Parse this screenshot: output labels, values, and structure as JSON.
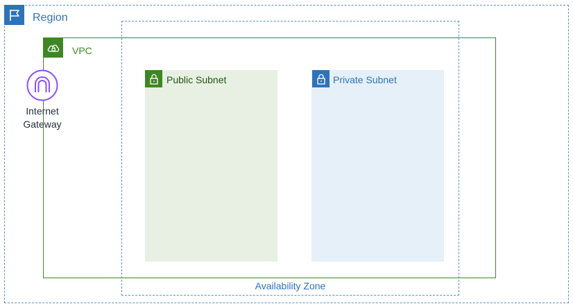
{
  "region": {
    "label": "Region",
    "icon": "flag-icon",
    "color": "#2e73b8"
  },
  "availability_zone": {
    "label": "Availability Zone",
    "color": "#2e73b8"
  },
  "vpc": {
    "label": "VPC",
    "icon": "cloud-lock-icon",
    "color": "#3f8624"
  },
  "public_subnet": {
    "label": "Public Subnet",
    "icon": "lock-icon",
    "color": "#3f8624",
    "fill": "#e8f0e4"
  },
  "private_subnet": {
    "label": "Private Subnet",
    "icon": "lock-icon",
    "color": "#2e73b8",
    "fill": "#e6f0f8"
  },
  "internet_gateway": {
    "label_line1": "Internet",
    "label_line2": "Gateway",
    "icon": "internet-gateway-icon",
    "color": "#8c4fff"
  }
}
